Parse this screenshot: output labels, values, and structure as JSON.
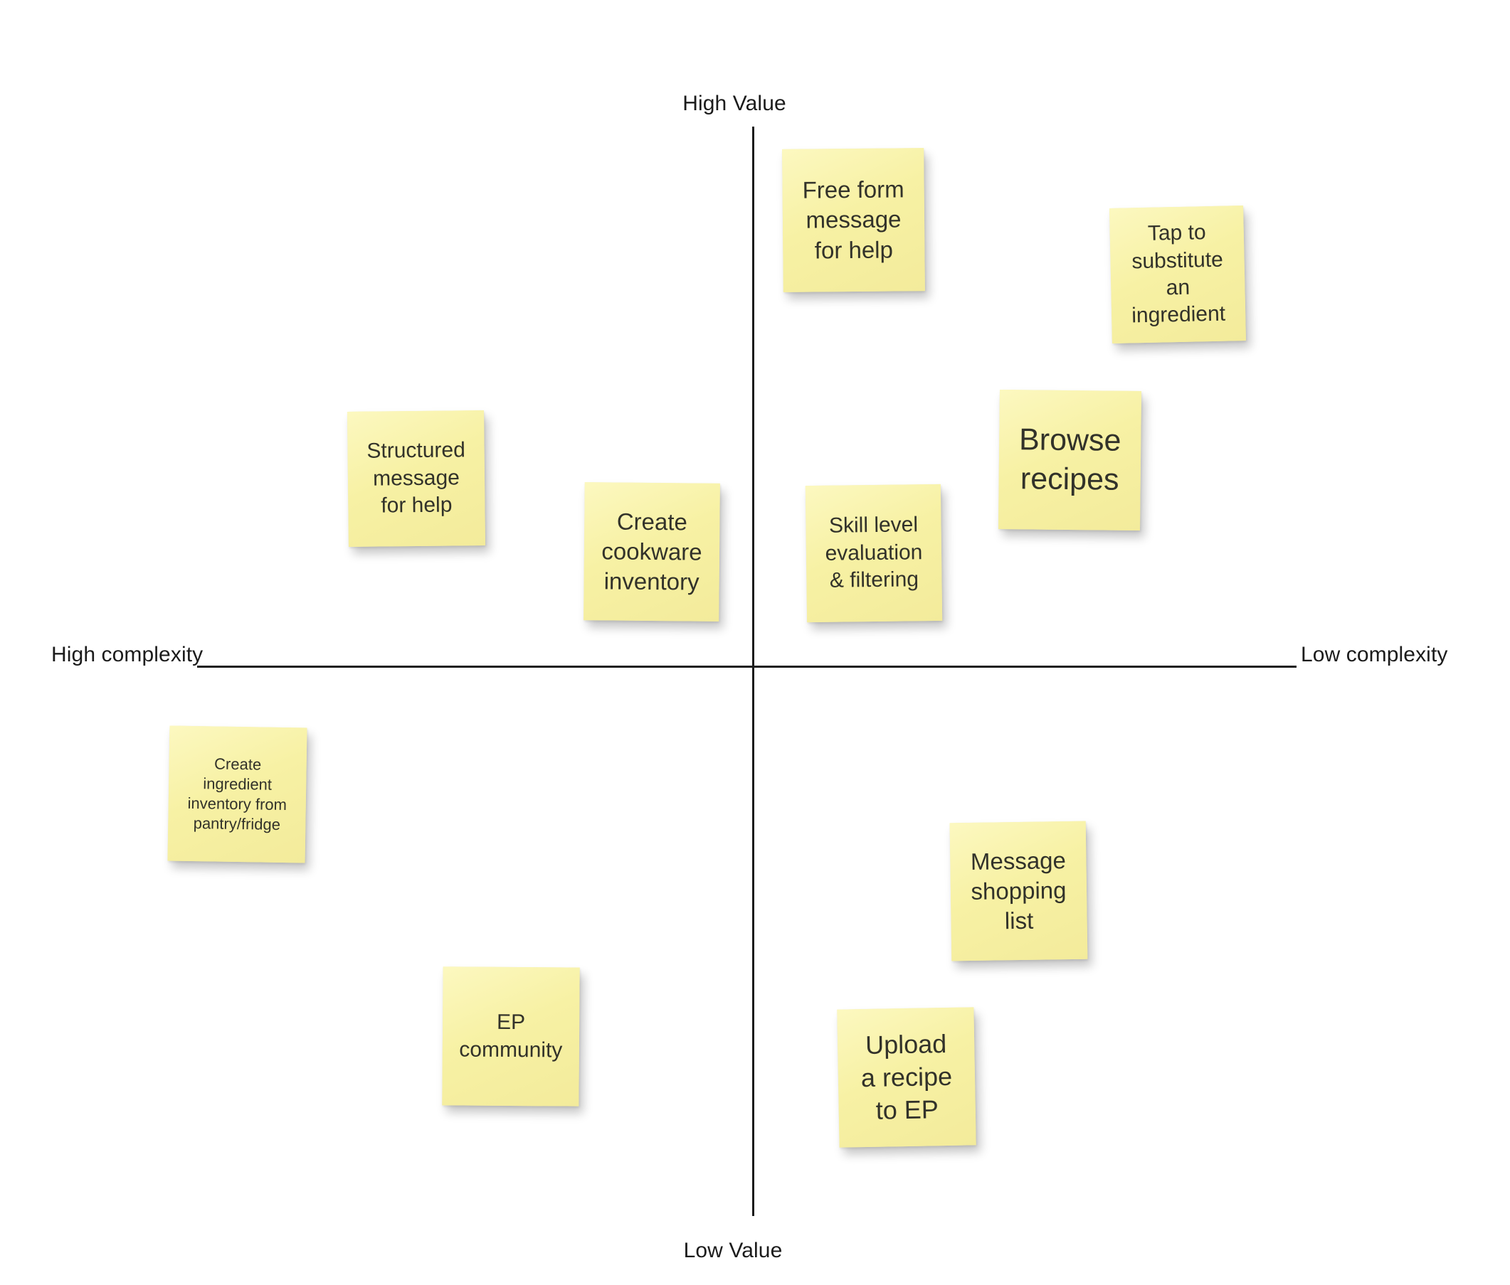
{
  "board": {
    "title": "Value vs Complexity prioritization matrix",
    "background_color": "#ffffff",
    "axis_color": "#1b1b1b",
    "note_color": "#f7f2a9",
    "note_text_color": "#32322a"
  },
  "axes": {
    "top_label": "High Value",
    "bottom_label": "Low Value",
    "left_label": "High complexity",
    "right_label": "Low complexity"
  },
  "notes": [
    {
      "id": "free-form-message-for-help",
      "text": "Free form\nmessage\nfor help",
      "quadrant": "high-value-low-complexity"
    },
    {
      "id": "tap-to-substitute-an-ingredient",
      "text": "Tap to\nsubstitute\nan\ningredient",
      "quadrant": "high-value-low-complexity"
    },
    {
      "id": "browse-recipes",
      "text": "Browse\nrecipes",
      "quadrant": "high-value-low-complexity"
    },
    {
      "id": "structured-message-for-help",
      "text": "Structured\nmessage\nfor help",
      "quadrant": "high-value-high-complexity"
    },
    {
      "id": "create-cookware-inventory",
      "text": "Create\ncookware\ninventory",
      "quadrant": "high-value-high-complexity"
    },
    {
      "id": "skill-level-evaluation-and-filtering",
      "text": "Skill level\nevaluation\n& filtering",
      "quadrant": "high-value-low-complexity"
    },
    {
      "id": "create-ingredient-inventory-from-pantry-fridge",
      "text": "Create\ningredient\ninventory from\npantry/fridge",
      "quadrant": "low-value-high-complexity"
    },
    {
      "id": "message-shopping-list",
      "text": "Message\nshopping\nlist",
      "quadrant": "low-value-low-complexity"
    },
    {
      "id": "ep-community",
      "text": "EP\ncommunity",
      "quadrant": "low-value-high-complexity"
    },
    {
      "id": "upload-a-recipe-to-ep",
      "text": "Upload\na recipe\nto EP",
      "quadrant": "low-value-low-complexity"
    }
  ]
}
